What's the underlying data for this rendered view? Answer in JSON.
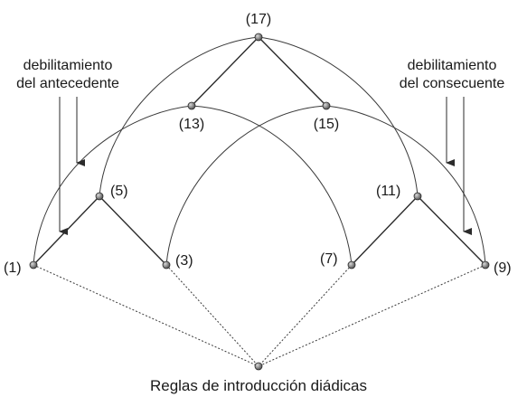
{
  "nodes": {
    "n17": {
      "label": "(17)"
    },
    "n13": {
      "label": "(13)"
    },
    "n15": {
      "label": "(15)"
    },
    "n5": {
      "label": "(5)"
    },
    "n11": {
      "label": "(11)"
    },
    "n1": {
      "label": "(1)"
    },
    "n3": {
      "label": "(3)"
    },
    "n7": {
      "label": "(7)"
    },
    "n9": {
      "label": "(9)"
    },
    "base": {
      "label": ""
    }
  },
  "annotations": {
    "left_line1": "debilitamiento",
    "left_line2": "del antecedente",
    "right_line1": "debilitamiento",
    "right_line2": "del consecuente",
    "bottom": "Reglas de introducción diádicas"
  },
  "colors": {
    "node_fill": "#7a7a7a",
    "node_stroke": "#2a2a2a",
    "line": "#2b2b2b"
  }
}
